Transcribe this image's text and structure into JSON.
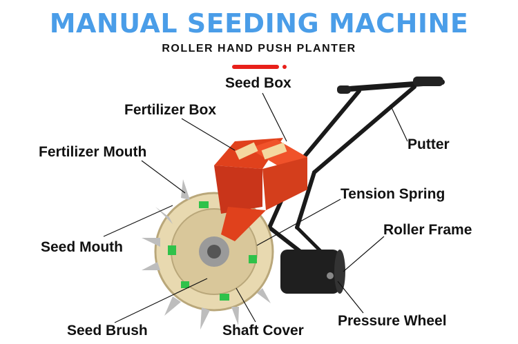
{
  "header": {
    "title": "MANUAL SEEDING MACHINE",
    "subtitle": "ROLLER HAND PUSH PLANTER"
  },
  "labels": {
    "seed_box": "Seed Box",
    "fertilizer_box": "Fertilizer Box",
    "fertilizer_mouth": "Fertilizer Mouth",
    "putter": "Putter",
    "tension_spring": "Tension Spring",
    "roller_frame": "Roller Frame",
    "seed_mouth": "Seed Mouth",
    "seed_brush": "Seed Brush",
    "shaft_cover": "Shaft Cover",
    "pressure_wheel": "Pressure Wheel"
  },
  "colors": {
    "title": "#4a9de8",
    "accent": "#e8201a",
    "machine_red": "#e0411c",
    "handle": "#1a1a1a",
    "wheel_body": "#e8d9b0",
    "green_marker": "#2fc24a"
  }
}
